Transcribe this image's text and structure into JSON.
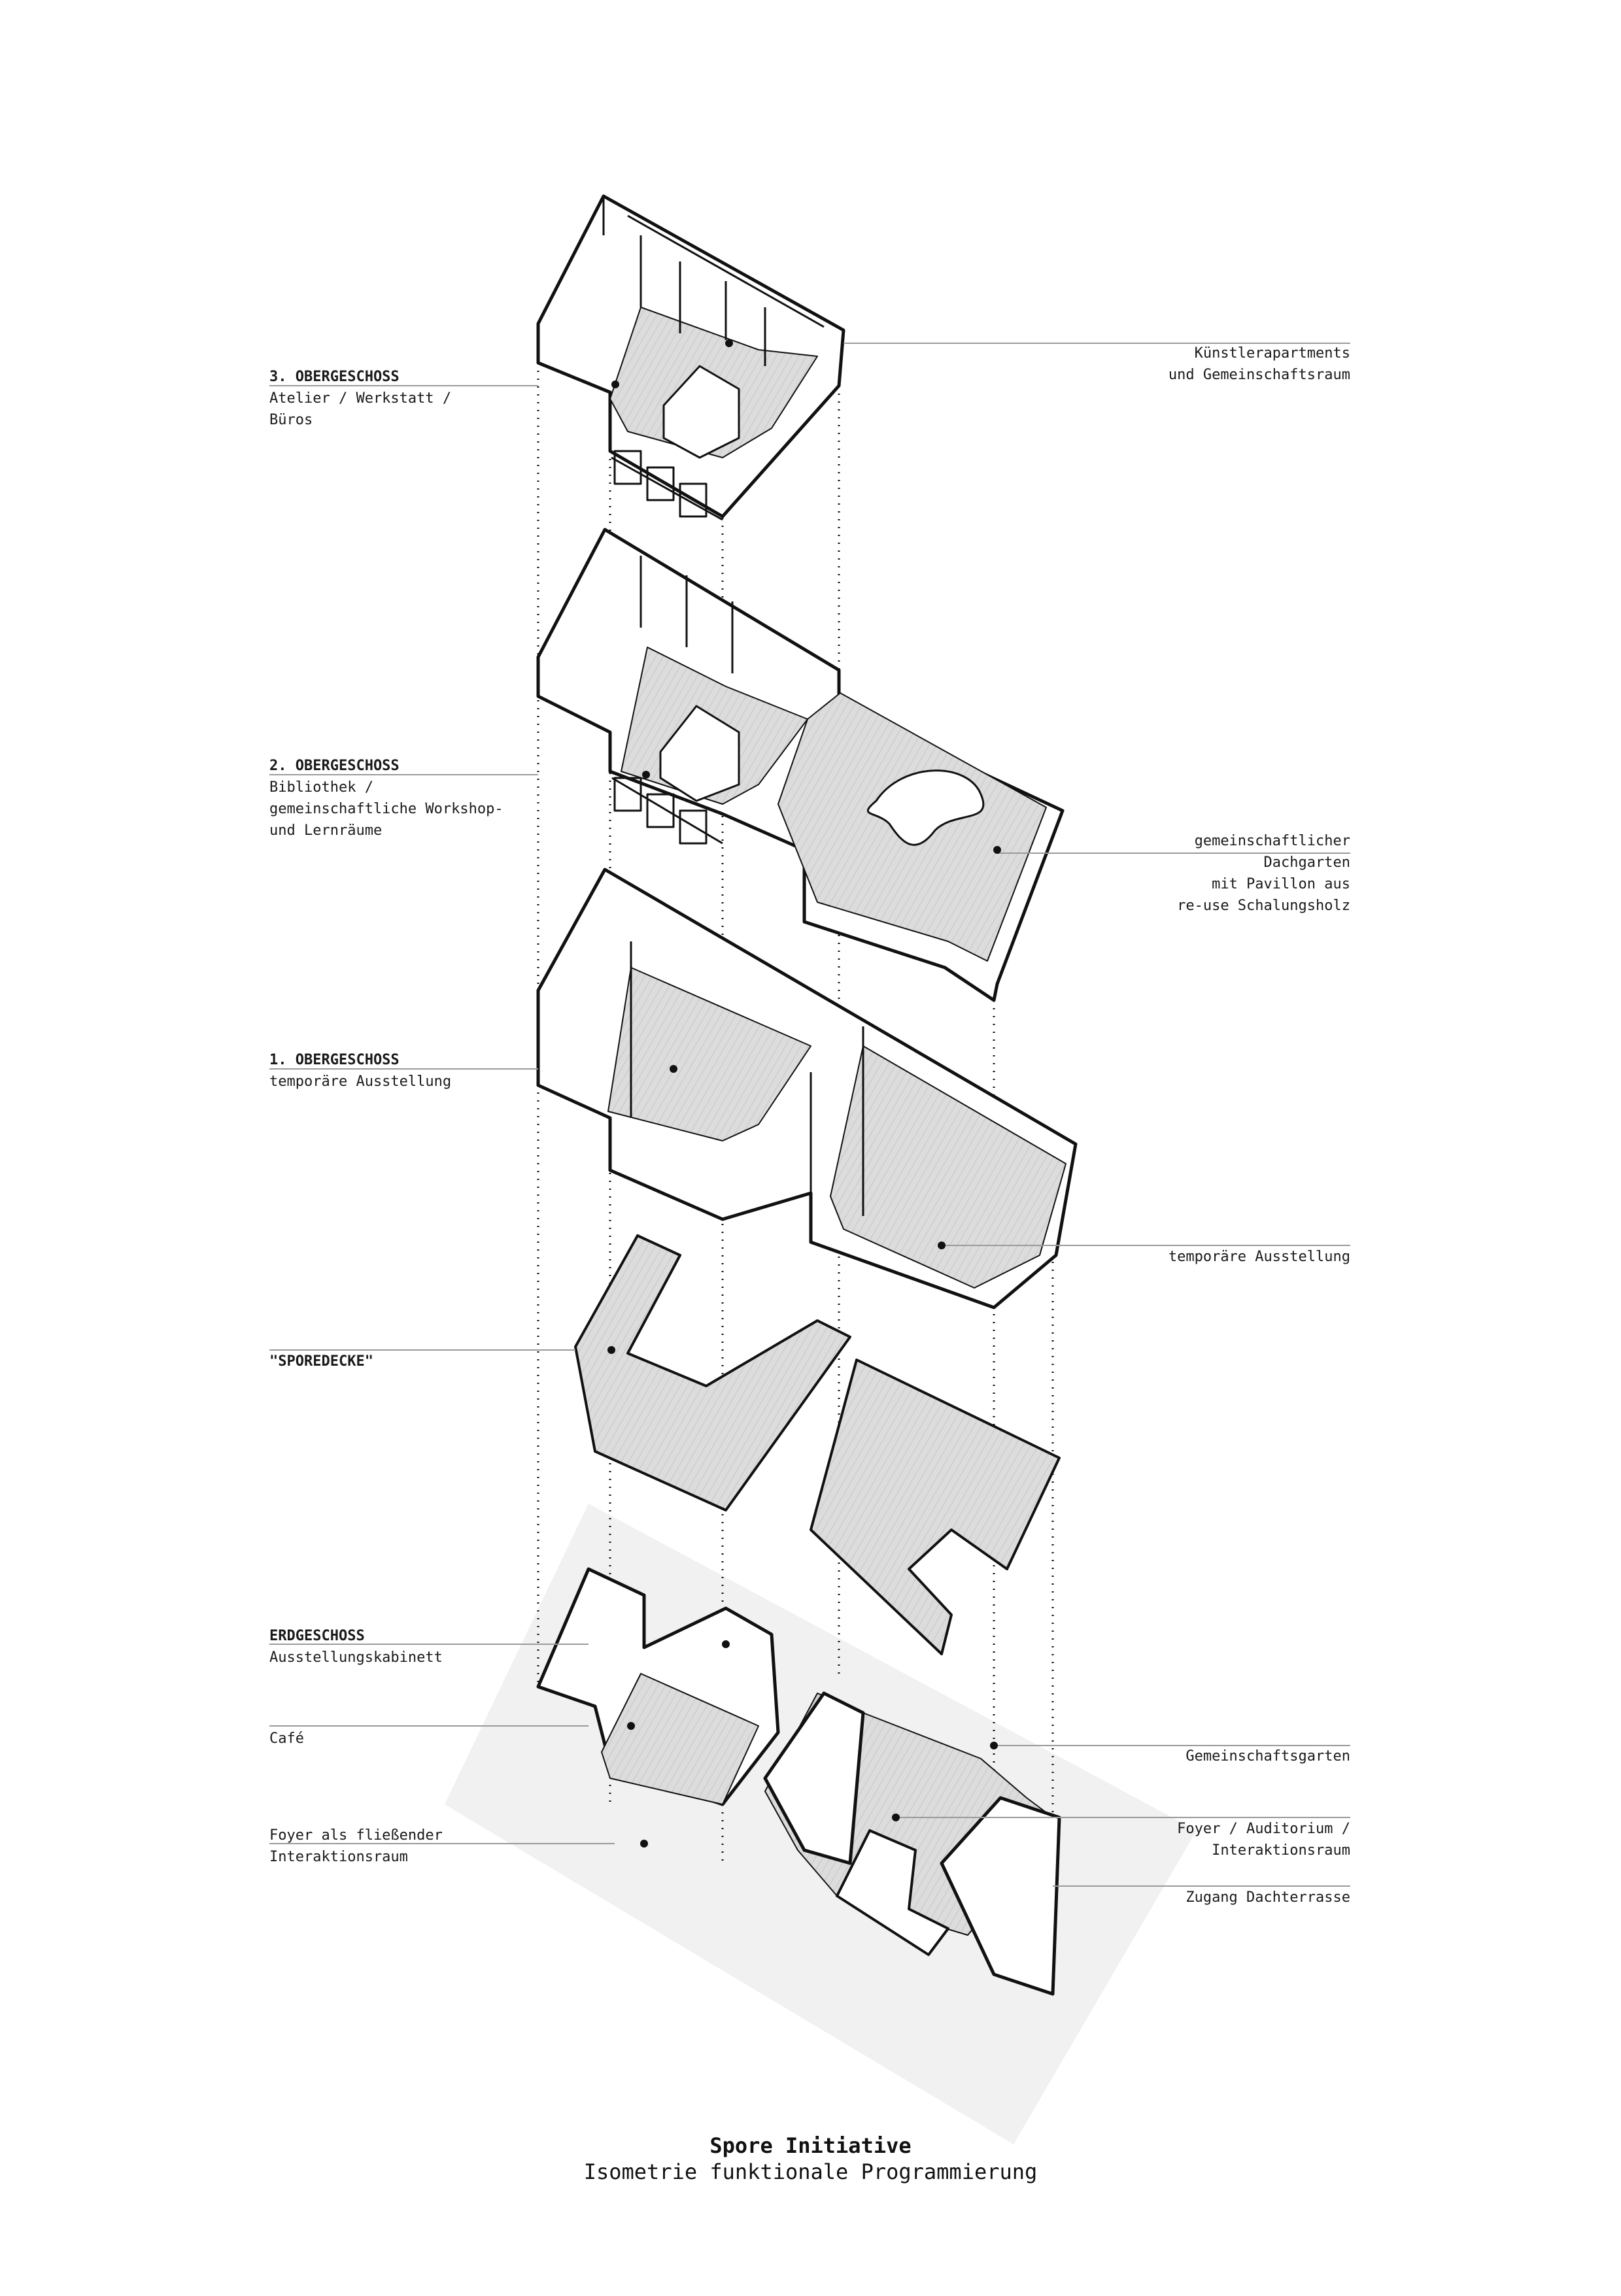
{
  "labels_left": [
    {
      "id": "og3",
      "heading": "3. OBERGESCHOSS",
      "text": "Atelier / Werkstatt /\nBüros"
    },
    {
      "id": "og2",
      "heading": "2. OBERGESCHOSS",
      "text": "Bibliothek /\ngemeinschaftliche Workshop-\nund Lernräume"
    },
    {
      "id": "og1",
      "heading": "1. OBERGESCHOSS",
      "text": "temporäre Ausstellung"
    },
    {
      "id": "spore",
      "heading": "\"SPOREDECKE\"",
      "text": ""
    },
    {
      "id": "eg",
      "heading": "ERDGESCHOSS",
      "text": "Ausstellungskabinett"
    },
    {
      "id": "cafe",
      "heading": "",
      "text": "Café"
    },
    {
      "id": "foyer",
      "heading": "",
      "text": "Foyer als fließender\nInteraktionsraum"
    }
  ],
  "labels_right": [
    {
      "id": "apt",
      "text": "Künstlerapartments\nund Gemeinschaftsraum"
    },
    {
      "id": "garten",
      "text": "gemeinschaftlicher\nDachgarten\nmit Pavillon aus\nre-use Schalungsholz"
    },
    {
      "id": "ausst",
      "text": "temporäre Ausstellung"
    },
    {
      "id": "ggarten",
      "text": "Gemeinschaftsgarten"
    },
    {
      "id": "audi",
      "text": "Foyer / Auditorium /\nInteraktionsraum"
    },
    {
      "id": "dach",
      "text": "Zugang Dachterrasse"
    }
  ],
  "title": {
    "main": "Spore Initiative",
    "sub": "Isometrie funktionale Programmierung"
  },
  "colors": {
    "line": "#111111",
    "floor": "#d9d9d9",
    "shadow": "#f0f0f0",
    "leader": "#9a9a9a"
  }
}
